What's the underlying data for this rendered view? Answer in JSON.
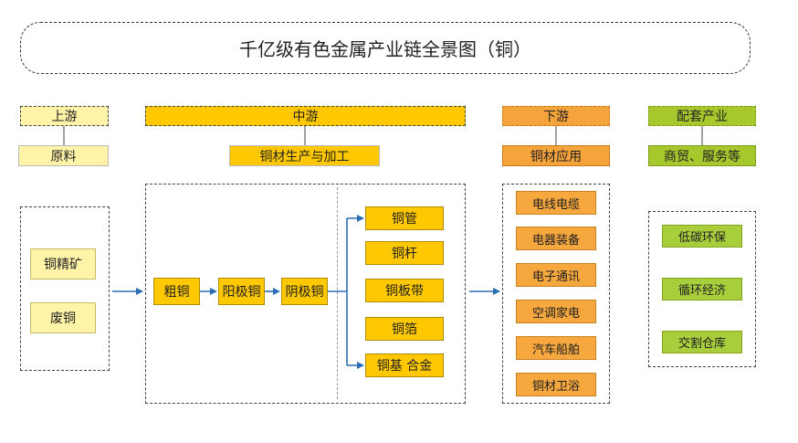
{
  "title": "千亿级有色金属产业链全景图（铜）",
  "stages": {
    "upstream": {
      "label": "上游",
      "sub": "原料",
      "items": [
        "铜精矿",
        "废铜"
      ]
    },
    "midstream": {
      "label": "中游",
      "sub": "铜材生产与加工",
      "chain": [
        "粗铜",
        "阳极铜",
        "阴极铜"
      ],
      "products": [
        "铜管",
        "铜杆",
        "铜板带",
        "铜箔",
        "铜基 合金"
      ]
    },
    "downstream": {
      "label": "下游",
      "sub": "铜材应用",
      "items": [
        "电线电缆",
        "电器装备",
        "电子通讯",
        "空调家电",
        "汽车船舶",
        "铜材卫浴"
      ]
    },
    "supporting": {
      "label": "配套产业",
      "sub": "商贸、服务等",
      "items": [
        "低碳环保",
        "循环经济",
        "交割仓库"
      ]
    }
  },
  "colors": {
    "upstream": "#fff3a8",
    "midstream": "#ffc800",
    "downstream": "#f5a33b",
    "supporting": "#a6c82c",
    "arrow": "#2a6db5"
  }
}
